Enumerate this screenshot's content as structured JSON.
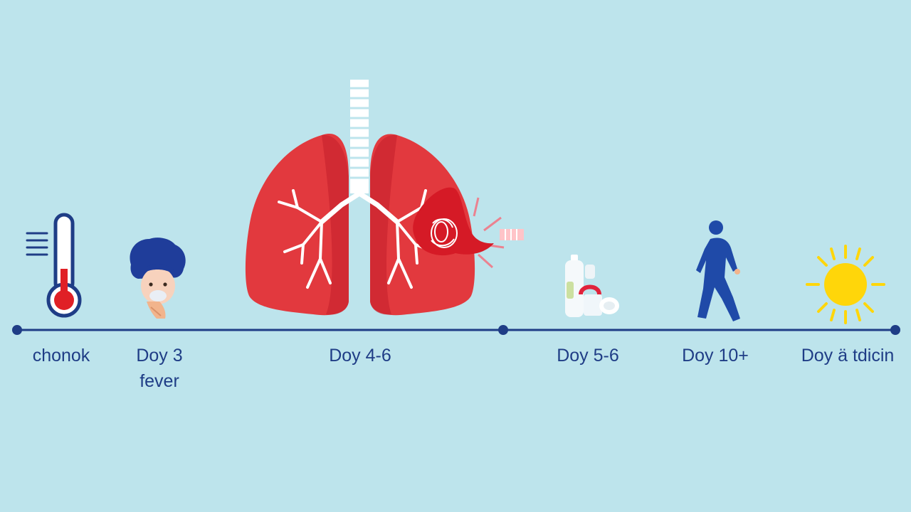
{
  "colors": {
    "background": "#bde4ec",
    "timeline": "#1f3d86",
    "text": "#1f3d86",
    "lung": "#e2393e",
    "lung_dark": "#c21f2a",
    "thermometer_red": "#e02026",
    "walker": "#1f4aa8",
    "sun": "#ffd60a"
  },
  "stages": [
    {
      "id": "onset",
      "label": "chonok",
      "icon": "thermometer-icon"
    },
    {
      "id": "day3",
      "label": "Doy 3",
      "sublabel": "fever",
      "icon": "sick-person-icon"
    },
    {
      "id": "day46",
      "label": "Doy 4-6",
      "icon": "lungs-icon"
    },
    {
      "id": "day56",
      "label": "Doy 5-6",
      "icon": "medicine-icon"
    },
    {
      "id": "day10",
      "label": "Doy 10+",
      "icon": "walking-person-icon"
    },
    {
      "id": "recovery",
      "label": "Doy ä tdicin",
      "icon": "sun-icon"
    }
  ]
}
